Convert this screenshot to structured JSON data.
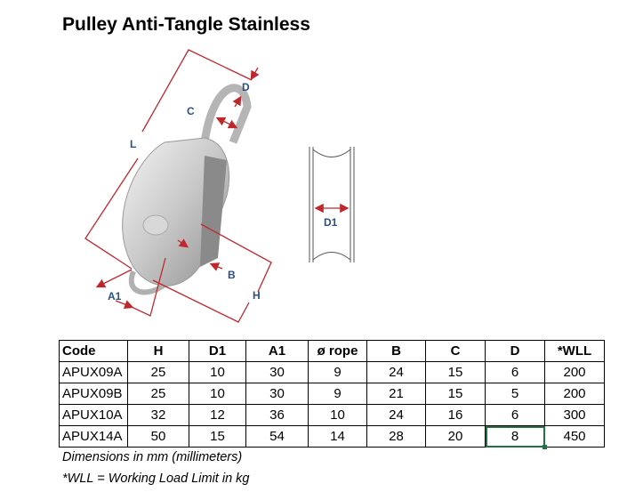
{
  "title": "Pulley Anti-Tangle Stainless",
  "diagram_labels": {
    "D": "D",
    "C": "C",
    "L": "L",
    "B": "B",
    "A1": "A1",
    "H": "H",
    "D1": "D1"
  },
  "table": {
    "headers": [
      "Code",
      "H",
      "D1",
      "A1",
      "ø rope",
      "B",
      "C",
      "D",
      "*WLL"
    ],
    "rows": [
      [
        "APUX09A",
        "25",
        "10",
        "30",
        "9",
        "24",
        "15",
        "6",
        "200"
      ],
      [
        "APUX09B",
        "25",
        "10",
        "30",
        "9",
        "21",
        "15",
        "5",
        "200"
      ],
      [
        "APUX10A",
        "32",
        "12",
        "36",
        "10",
        "24",
        "16",
        "6",
        "300"
      ],
      [
        "APUX14A",
        "50",
        "15",
        "54",
        "14",
        "28",
        "20",
        "8",
        "450"
      ]
    ]
  },
  "notes": [
    "Dimensions in mm (millimeters)",
    "*WLL = Working Load Limit in kg"
  ],
  "colors": {
    "dimension_line": "#c0272d",
    "label": "#2b4f86",
    "selection": "#217346"
  }
}
